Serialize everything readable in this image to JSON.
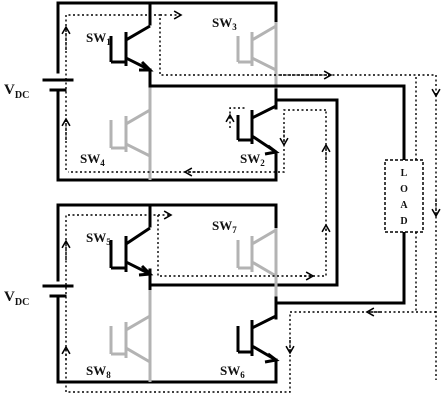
{
  "sources": [
    {
      "label": "V",
      "sub": "DC"
    },
    {
      "label": "V",
      "sub": "DC"
    }
  ],
  "switches": [
    {
      "id": "sw1",
      "label": "SW",
      "sub": "1",
      "state": "on"
    },
    {
      "id": "sw3",
      "label": "SW",
      "sub": "3",
      "state": "off"
    },
    {
      "id": "sw4",
      "label": "SW",
      "sub": "4",
      "state": "off"
    },
    {
      "id": "sw2",
      "label": "SW",
      "sub": "2",
      "state": "on"
    },
    {
      "id": "sw5",
      "label": "SW",
      "sub": "5",
      "state": "on"
    },
    {
      "id": "sw7",
      "label": "SW",
      "sub": "7",
      "state": "off"
    },
    {
      "id": "sw8",
      "label": "SW",
      "sub": "8",
      "state": "off"
    },
    {
      "id": "sw6",
      "label": "SW",
      "sub": "6",
      "state": "on"
    }
  ],
  "load": {
    "letters": [
      "L",
      "O",
      "A",
      "D"
    ]
  },
  "colors": {
    "conducting": "#000000",
    "blocked": "#b3b3b3",
    "background": "#ffffff"
  }
}
